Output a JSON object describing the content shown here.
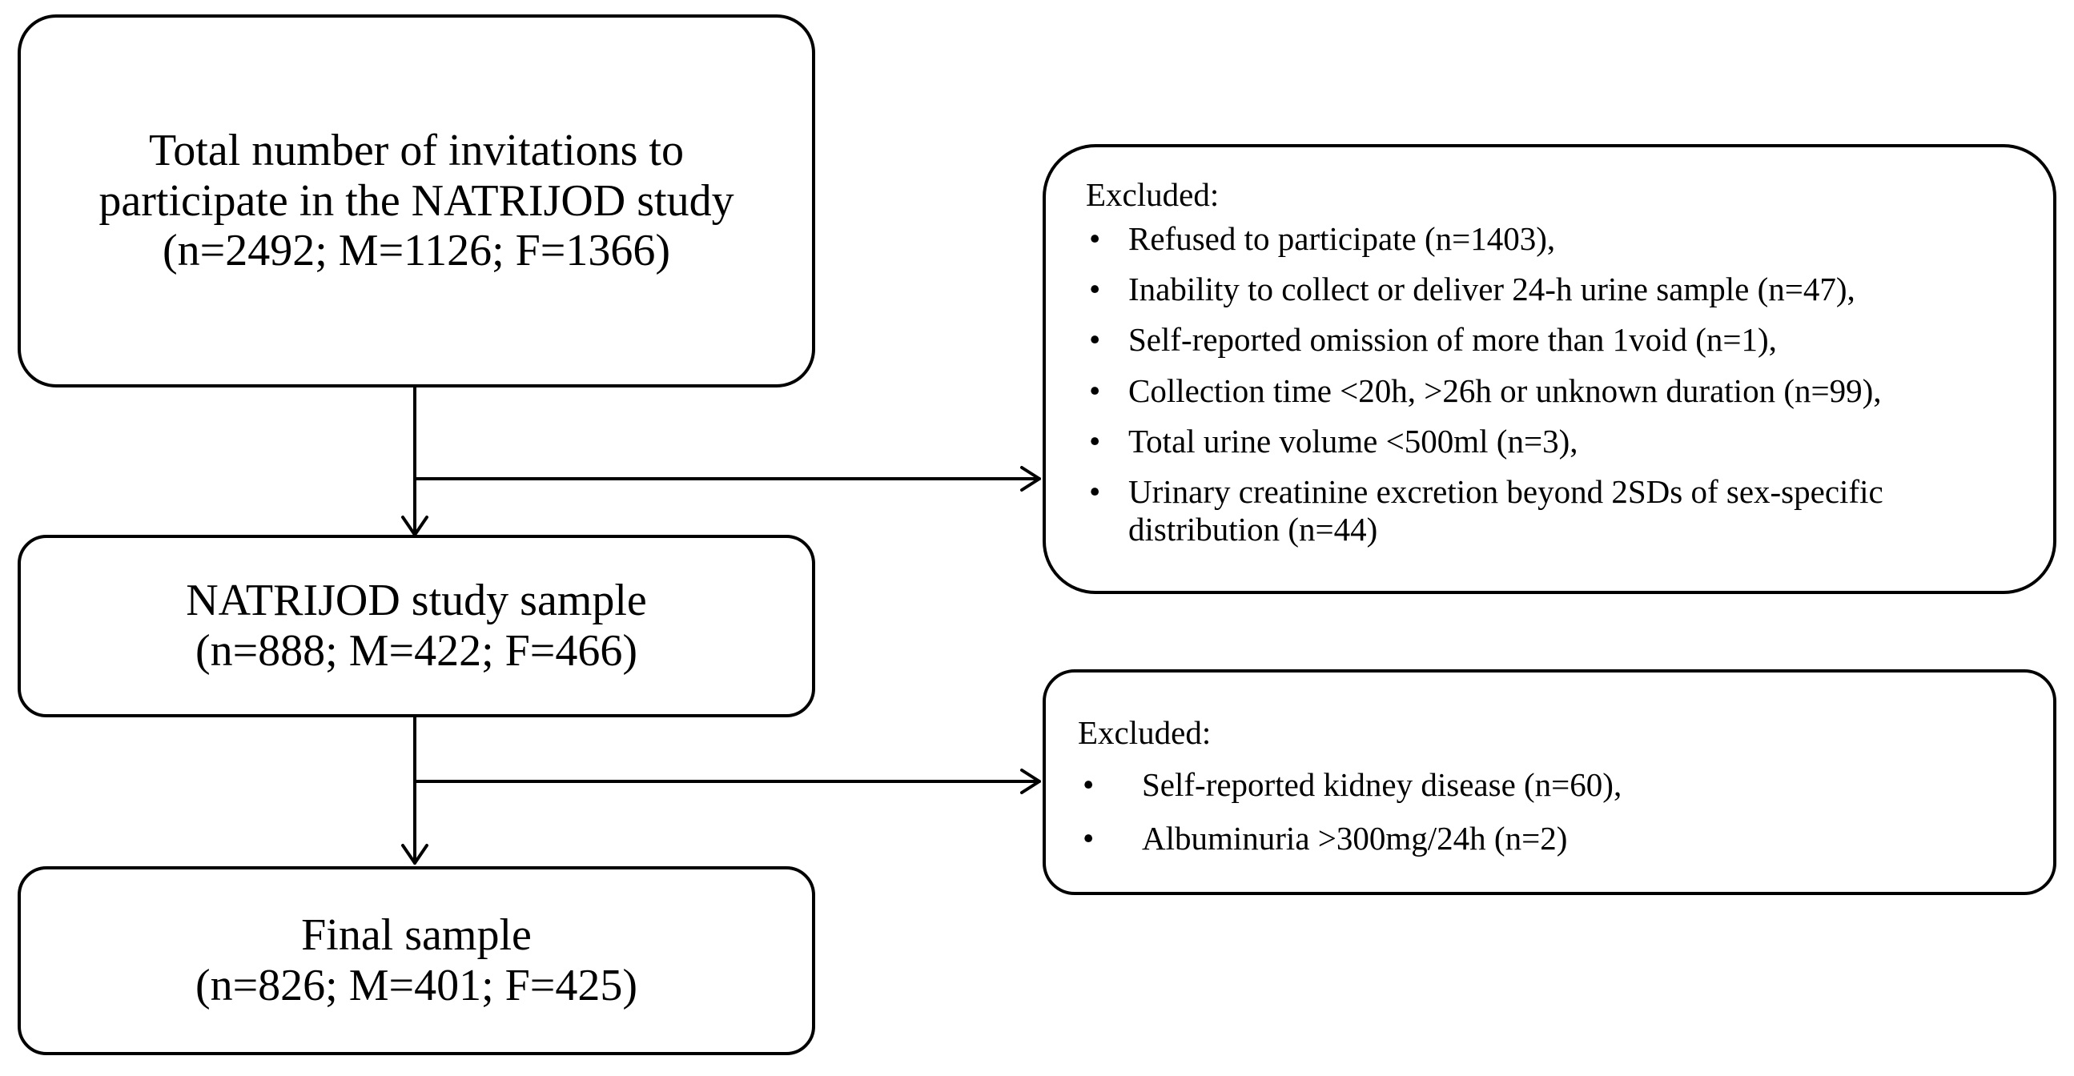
{
  "boxes": {
    "invitations": {
      "line1": "Total number of invitations to",
      "line2": "participate in the NATRIJOD study",
      "line3": "(n=2492; M=1126; F=1366)"
    },
    "study_sample": {
      "line1": "NATRIJOD study sample",
      "line2": "(n=888; M=422; F=466)"
    },
    "final_sample": {
      "line1": "Final sample",
      "line2": "(n=826; M=401; F=425)"
    }
  },
  "exclusions_1": {
    "title": "Excluded:",
    "items": [
      "Refused to participate (n=1403),",
      "Inability to collect or deliver 24-h urine sample (n=47),",
      "Self-reported omission of more than 1void (n=1),",
      "Collection time <20h, >26h or unknown duration (n=99),",
      "Total urine volume <500ml (n=3),",
      "Urinary creatinine excretion beyond 2SDs of sex-specific distribution (n=44)"
    ]
  },
  "exclusions_2": {
    "title": "Excluded:",
    "items": [
      "Self-reported kidney disease (n=60),",
      "Albuminuria >300mg/24h (n=2)"
    ]
  }
}
